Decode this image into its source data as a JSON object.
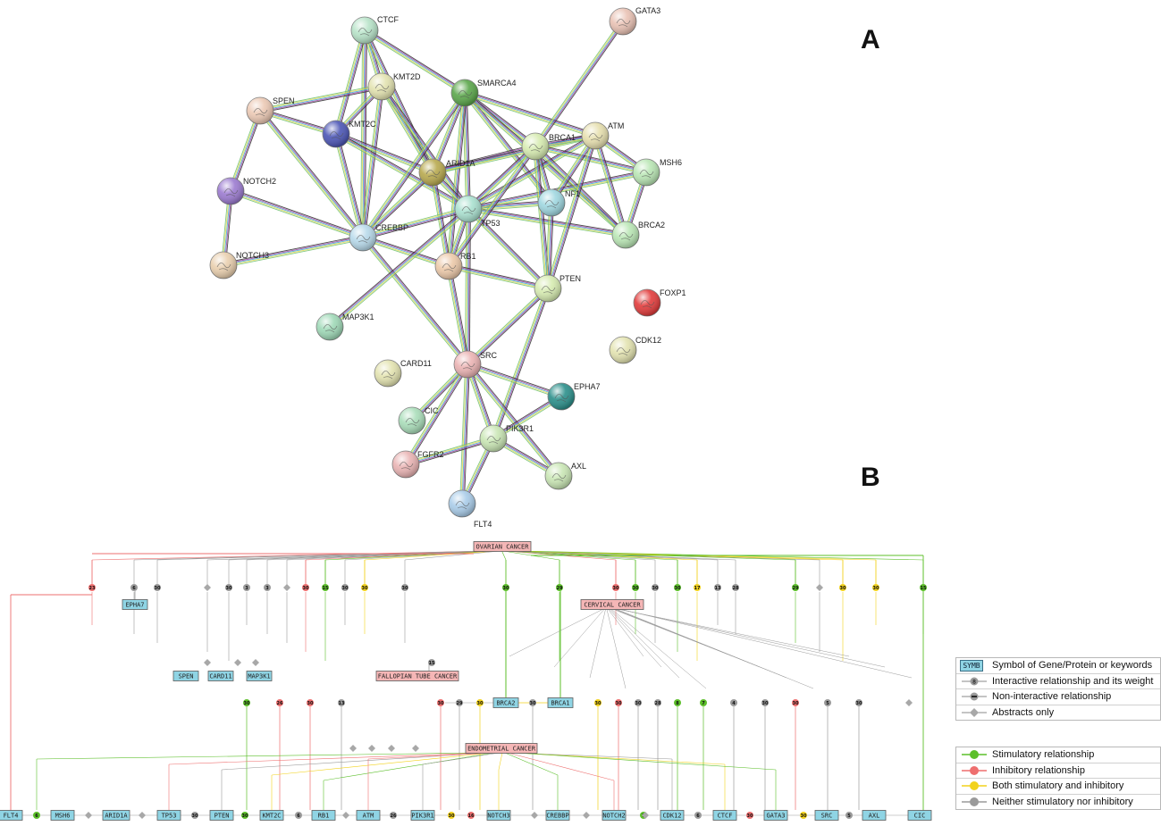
{
  "panel_labels": {
    "a": "A",
    "b": "B"
  },
  "colors": {
    "stimulatory": "#5cbf2a",
    "inhibitory": "#ee6f6f",
    "both": "#f2d21c",
    "neither": "#9a9a9a",
    "gene_box": "#8fd4e4",
    "disease_box": "#f5b6b6"
  },
  "network": {
    "nodes": [
      {
        "id": "CTCF",
        "color": "#b7e3c8"
      },
      {
        "id": "GATA3",
        "color": "#e9c2b4"
      },
      {
        "id": "KMT2D",
        "color": "#e3e3b0"
      },
      {
        "id": "SMARCA4",
        "color": "#5aa64a"
      },
      {
        "id": "SPEN",
        "color": "#ecc9b4"
      },
      {
        "id": "KMT2C",
        "color": "#4b55b5"
      },
      {
        "id": "ATM",
        "color": "#e6dfae"
      },
      {
        "id": "BRCA1",
        "color": "#d6ebb0"
      },
      {
        "id": "MSH6",
        "color": "#b9e6b4"
      },
      {
        "id": "ARID1A",
        "color": "#b8a94e"
      },
      {
        "id": "NOTCH2",
        "color": "#9b7ad0"
      },
      {
        "id": "NF1",
        "color": "#9fd7e0"
      },
      {
        "id": "TP53",
        "color": "#a9e0cf"
      },
      {
        "id": "CREBBP",
        "color": "#b7d9ea"
      },
      {
        "id": "BRCA2",
        "color": "#b9e6b4"
      },
      {
        "id": "NOTCH3",
        "color": "#e9cfae"
      },
      {
        "id": "RB1",
        "color": "#ecc9a9"
      },
      {
        "id": "PTEN",
        "color": "#d6ebb0"
      },
      {
        "id": "FOXP1",
        "color": "#e23b3b"
      },
      {
        "id": "MAP3K1",
        "color": "#9fd9b7"
      },
      {
        "id": "CDK12",
        "color": "#e3e3b0"
      },
      {
        "id": "CARD11",
        "color": "#e3e3b0"
      },
      {
        "id": "SRC",
        "color": "#ebb3b3"
      },
      {
        "id": "EPHA7",
        "color": "#2a8f8a"
      },
      {
        "id": "CIC",
        "color": "#a9ddb9"
      },
      {
        "id": "PIK3R1",
        "color": "#c9e6b4"
      },
      {
        "id": "FGFR2",
        "color": "#e9b3b3"
      },
      {
        "id": "AXL",
        "color": "#c9e6b4"
      },
      {
        "id": "FLT4",
        "color": "#a9cce9"
      }
    ]
  },
  "lower": {
    "diseases": {
      "ovarian": "OVARIAN CANCER",
      "cervical": "CERVICAL CANCER",
      "fallopian": "FALLOPIAN TUBE CANCER",
      "endometrial": "ENDOMETRIAL CANCER"
    },
    "mid_genes": [
      "EPHA7",
      "SPEN",
      "CARD11",
      "MAP3K1",
      "BRCA2",
      "BRCA1"
    ],
    "bottom_genes": [
      "FLT4",
      "MSH6",
      "ARID1A",
      "TP53",
      "PTEN",
      "KMT2C",
      "RB1",
      "ATM",
      "PIK3R1",
      "NOTCH3",
      "CREBBP",
      "NOTCH2",
      "CDK12",
      "CTCF",
      "GATA3",
      "SRC",
      "AXL",
      "CIC"
    ],
    "top_weights": [
      {
        "v": "23",
        "t": "inh"
      },
      {
        "v": "6",
        "t": "nei"
      },
      {
        "v": "30",
        "t": "nei"
      },
      {
        "v": "30",
        "t": "nei"
      },
      {
        "v": "3",
        "t": "nei"
      },
      {
        "v": "3",
        "t": "nei"
      },
      {
        "v": "30",
        "t": "inh"
      },
      {
        "v": "15",
        "t": "sti"
      },
      {
        "v": "30",
        "t": "nei"
      },
      {
        "v": "30",
        "t": "both"
      },
      {
        "v": "30",
        "t": "nei"
      },
      {
        "v": "30",
        "t": "sti"
      },
      {
        "v": "29",
        "t": "sti"
      },
      {
        "v": "30",
        "t": "inh"
      },
      {
        "v": "30",
        "t": "sti"
      },
      {
        "v": "30",
        "t": "nei"
      },
      {
        "v": "30",
        "t": "sti"
      },
      {
        "v": "17",
        "t": "both"
      },
      {
        "v": "13",
        "t": "nei"
      },
      {
        "v": "28",
        "t": "nei"
      },
      {
        "v": "29",
        "t": "sti"
      },
      {
        "v": "30",
        "t": "both"
      },
      {
        "v": "30",
        "t": "both"
      },
      {
        "v": "15",
        "t": "sti"
      }
    ],
    "fallopian_weight": "15",
    "row_weights": [
      {
        "v": "30",
        "t": "sti"
      },
      {
        "v": "26",
        "t": "inh"
      },
      {
        "v": "30",
        "t": "inh"
      },
      {
        "v": "13",
        "t": "nei"
      },
      {
        "v": "30",
        "t": "inh"
      },
      {
        "v": "29",
        "t": "nei"
      },
      {
        "v": "30",
        "t": "both"
      },
      {
        "v": "30",
        "t": "nei"
      },
      {
        "v": "30",
        "t": "both"
      },
      {
        "v": "30",
        "t": "inh"
      },
      {
        "v": "30",
        "t": "nei"
      },
      {
        "v": "28",
        "t": "nei"
      },
      {
        "v": "8",
        "t": "sti"
      },
      {
        "v": "7",
        "t": "sti"
      },
      {
        "v": "4",
        "t": "nei"
      },
      {
        "v": "30",
        "t": "nei"
      },
      {
        "v": "30",
        "t": "inh"
      },
      {
        "v": "5",
        "t": "nei"
      },
      {
        "v": "30",
        "t": "nei"
      }
    ],
    "bottom_weights": [
      {
        "v": "6",
        "t": "sti"
      },
      {
        "v": "30",
        "t": "nei"
      },
      {
        "v": "30",
        "t": "sti"
      },
      {
        "v": "6",
        "t": "nei"
      },
      {
        "v": "26",
        "t": "nei"
      },
      {
        "v": "30",
        "t": "both"
      },
      {
        "v": "16",
        "t": "inh"
      },
      {
        "v": "7",
        "t": "sti"
      },
      {
        "v": "6",
        "t": "nei"
      },
      {
        "v": "30",
        "t": "inh"
      },
      {
        "v": "30",
        "t": "both"
      },
      {
        "v": "5",
        "t": "nei"
      }
    ]
  },
  "legend": {
    "symbol_box_text": "SYMB",
    "items_1": [
      "Symbol of Gene/Protein or keywords",
      "Interactive relationship and its weight",
      "Non-interactive relationship",
      "Abstracts only"
    ],
    "items_2": [
      "Stimulatory relationship",
      "Inhibitory relationship",
      "Both stimulatory and inhibitory",
      "Neither stimulatory nor inhibitory"
    ]
  }
}
